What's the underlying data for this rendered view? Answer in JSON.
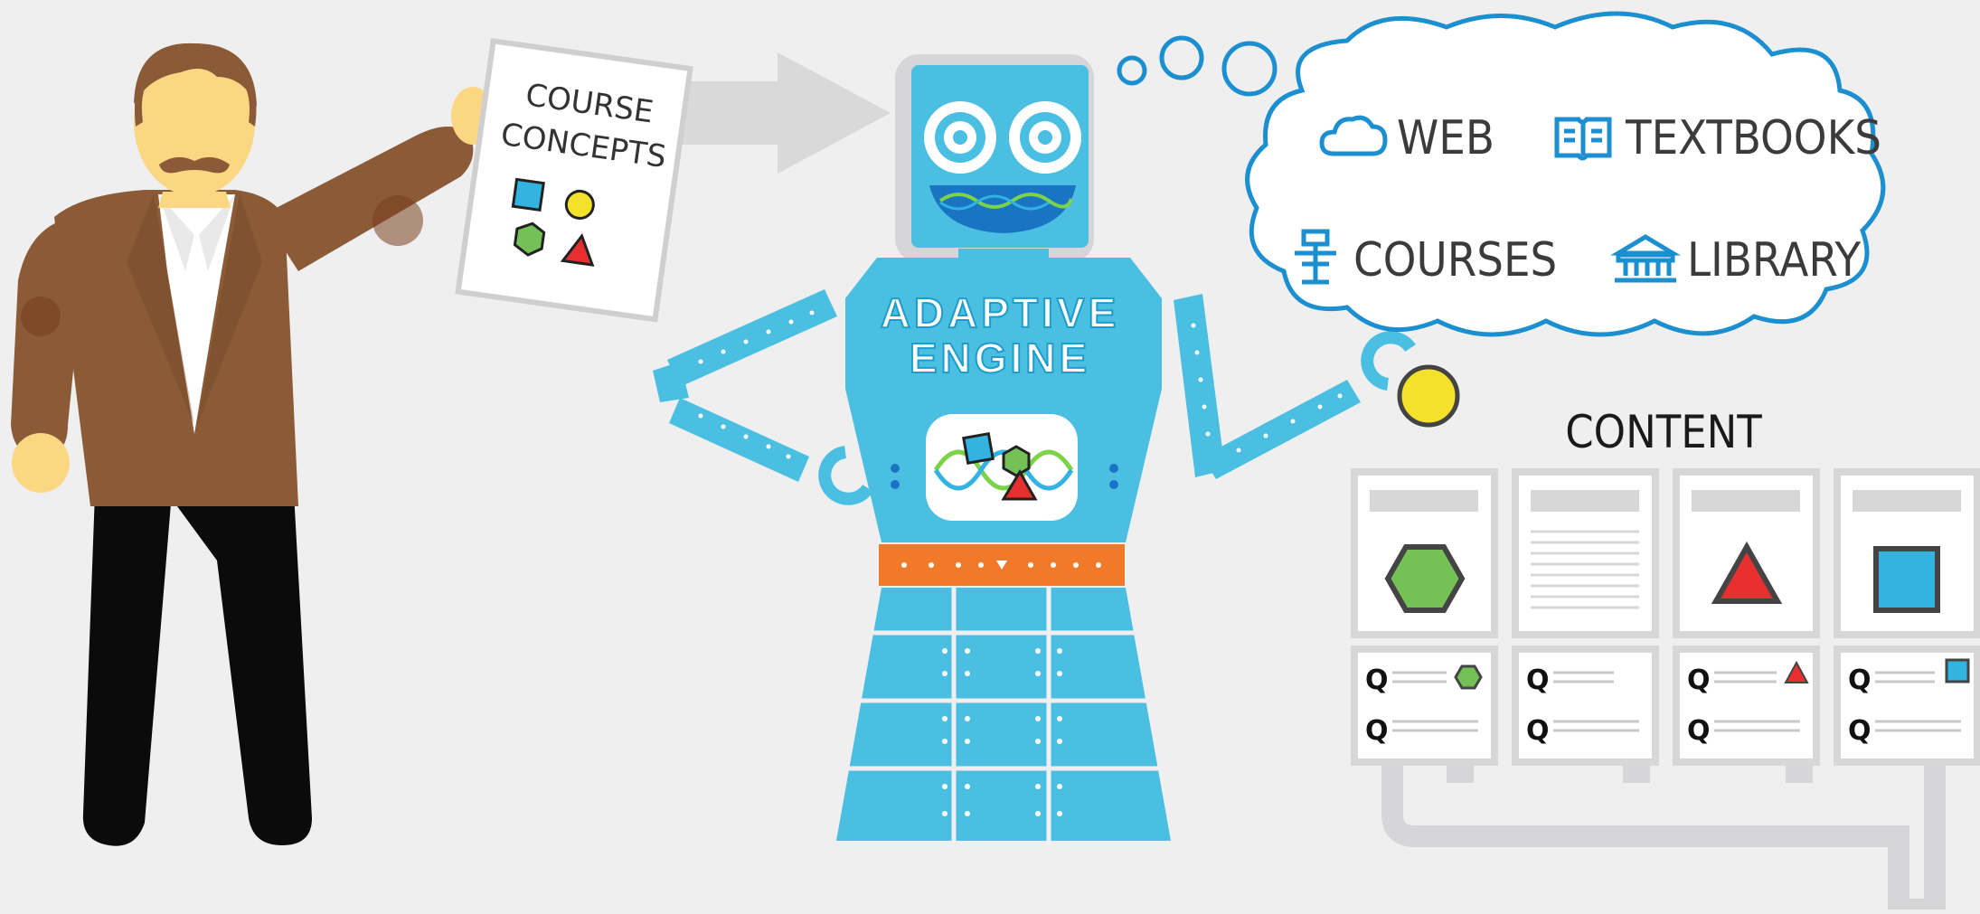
{
  "colors": {
    "background": "#efeff0",
    "robot": "#4bbfe2",
    "robot_dark": "#1e9ccb",
    "belt": "#f07a2a",
    "cloud_stroke": "#1b8fd0",
    "cloud_text": "#3b3b3b",
    "icon_blue": "#1b8fd0",
    "jacket": "#8b5a36",
    "skin": "#fcd783",
    "hair": "#8b5a36",
    "arrow": "#d9d9da",
    "card": "#ffffff",
    "card_border": "#d7d7d7",
    "hexagon": "#74c157",
    "triangle": "#e82f2f",
    "square": "#33b3e0",
    "circle": "#f4e12a"
  },
  "paper": {
    "line1": "COURSE",
    "line2": "CONCEPTS"
  },
  "robot": {
    "label_line1": "ADAPTIVE",
    "label_line2": "ENGINE"
  },
  "cloud": {
    "items": [
      {
        "icon": "cloud-icon",
        "label": "WEB"
      },
      {
        "icon": "book-icon",
        "label": "TEXTBOOKS"
      },
      {
        "icon": "desk-icon",
        "label": "COURSES"
      },
      {
        "icon": "library-icon",
        "label": "LIBRARY"
      }
    ]
  },
  "content": {
    "title": "CONTENT",
    "cards": [
      {
        "shape": "hexagon"
      },
      {
        "shape": "none"
      },
      {
        "shape": "triangle"
      },
      {
        "shape": "square"
      }
    ],
    "quiz_cards": [
      {
        "shape": "hexagon",
        "q1": "Q",
        "q2": "Q"
      },
      {
        "shape": "none",
        "q1": "Q",
        "q2": "Q"
      },
      {
        "shape": "triangle",
        "q1": "Q",
        "q2": "Q"
      },
      {
        "shape": "square",
        "q1": "Q",
        "q2": "Q"
      }
    ]
  }
}
